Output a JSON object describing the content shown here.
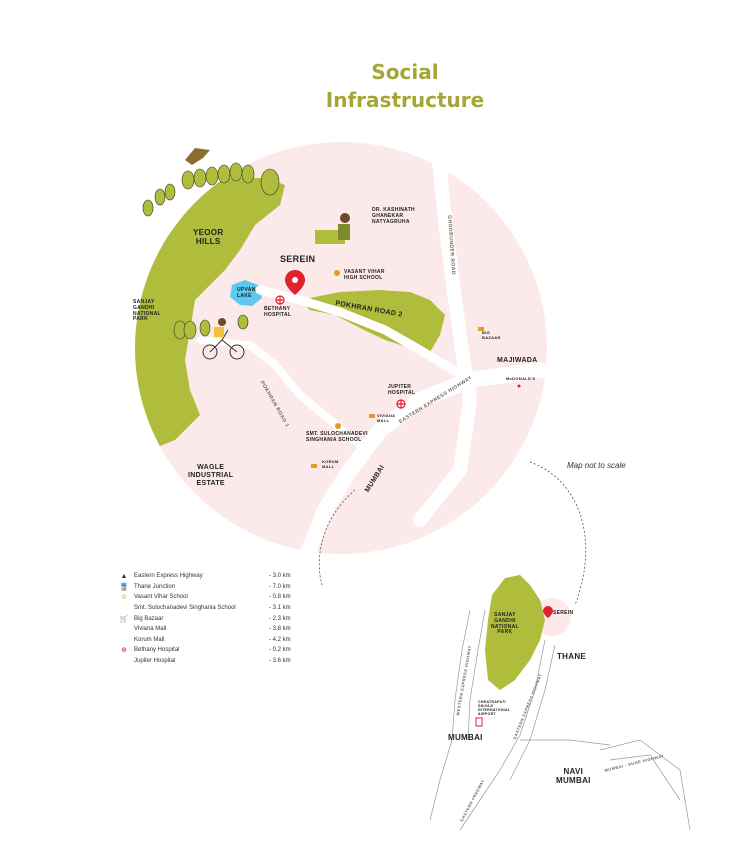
{
  "title": {
    "line1": "Social",
    "line2": "Infrastructure"
  },
  "note": "Map not to scale",
  "main_map": {
    "project": "SEREIN",
    "areas": {
      "yeoor": "YEOOR\nHILLS",
      "sgnp": "SANJAY\nGANDHI\nNATIONAL\nPARK",
      "wagle": "WAGLE\nINDUSTRIAL\nESTATE",
      "majiwada": "MAJIWADA",
      "upvan": "UPVAN\nLAKE"
    },
    "roads": {
      "pokhran2": "POKHRAN ROAD 2",
      "pokhran1": "POKHRAN ROAD 1",
      "eeh": "EASTERN EXPRESS HIGHWAY",
      "ghodbunder": "GHODBUNDER ROAD",
      "mumbai": "MUMBAI"
    },
    "places": {
      "kashinath": "DR. KASHINATH\nGHANEKAR\nNATYAGRUHA",
      "vasant": "VASANT VIHAR\nHIGH SCHOOL",
      "bethany": "BETHANY\nHOSPITAL",
      "bigbazaar": "BIG\nBAZAAR",
      "mcd": "McDONALD'S",
      "jupiter": "JUPITER\nHOSPITAL",
      "viviana": "VIVIANA\nMALL",
      "singhania": "SMT. SULOCHANADEVI\nSINGHANIA SCHOOL",
      "korum": "KORUM\nMALL"
    }
  },
  "legend": [
    {
      "icon": "highway-icon",
      "glyph": "▲",
      "name": "Eastern Express Highway",
      "dist": "- 3.0 km"
    },
    {
      "icon": "train-icon",
      "glyph": "🚆",
      "name": "Thane Junction",
      "dist": "- 7.0 km"
    },
    {
      "icon": "school-icon",
      "glyph": "♔",
      "name": "Vasant Vihar School",
      "dist": "- 0.8 km"
    },
    {
      "icon": "",
      "glyph": "",
      "name": "Smt. Sulochanadevi Singhania School",
      "dist": "- 3.1 km"
    },
    {
      "icon": "cart-icon",
      "glyph": "🛒",
      "name": "Big Bazaar",
      "dist": "- 2.3 km"
    },
    {
      "icon": "",
      "glyph": "",
      "name": "Viviana Mall",
      "dist": "- 3.8 km"
    },
    {
      "icon": "",
      "glyph": "",
      "name": "Korum Mall",
      "dist": "- 4.2 km"
    },
    {
      "icon": "hospital-icon",
      "glyph": "⊕",
      "name": "Bethany Hospital",
      "dist": "- 0.2 km"
    },
    {
      "icon": "",
      "glyph": "",
      "name": "Jupiter Hospital",
      "dist": "- 3.6 km"
    }
  ],
  "inset_map": {
    "sgnp": "SANJAY\nGANDHI\nNATIONAL\nPARK",
    "serein": "SEREIN",
    "thane": "THANE",
    "mumbai": "MUMBAI",
    "navi_mumbai": "NAVI\nMUMBAI",
    "airport": "CHHATRAPATI\nSHIVAJI\nINTERNATIONAL\nAIRPORT",
    "roads": {
      "weh": "WESTERN EXPRESS HIGHWAY",
      "eeh": "EASTERN EXPRESS HIGHWAY",
      "efw": "EASTERN FREEWAY",
      "mph": "MUMBAI - PUNE HIGHWAY"
    }
  },
  "colors": {
    "circle": "#fce9ea",
    "green": "#b0bc3c",
    "road": "#ffffff",
    "pin": "#e0212e",
    "title": "#a5a637"
  }
}
